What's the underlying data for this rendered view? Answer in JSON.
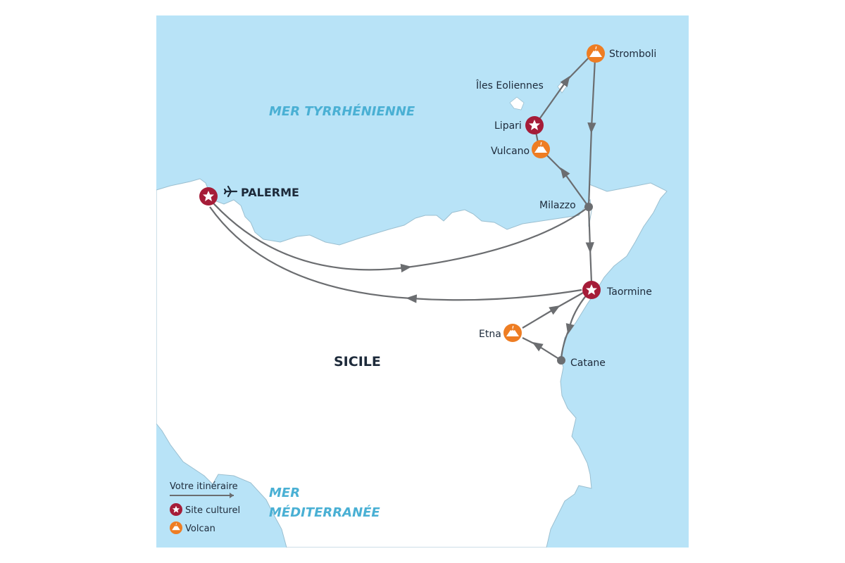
{
  "map": {
    "colors": {
      "sea": "#b8e3f7",
      "land": "#ffffff",
      "coast": "#9bbfd0",
      "route": "#6b6d70",
      "culture": "#a51c38",
      "volcano": "#ee7d23",
      "sea_label": "#4ab0d4",
      "text": "#1d2a3a"
    },
    "seas": {
      "tyrrhenian": "MER TYRRHÉNIENNE",
      "mediterranean_line1": "MER",
      "mediterranean_line2": "MÉDITERRANÉE"
    },
    "island_label": "SICILE",
    "archipelago_label": "Îles Eoliennes",
    "places": [
      {
        "name": "PALERME",
        "type": "culture",
        "airport": true,
        "icon": "airplane-icon"
      },
      {
        "name": "Stromboli",
        "type": "volcano"
      },
      {
        "name": "Lipari",
        "type": "culture"
      },
      {
        "name": "Vulcano",
        "type": "volcano"
      },
      {
        "name": "Milazzo",
        "type": "stop"
      },
      {
        "name": "Taormine",
        "type": "culture"
      },
      {
        "name": "Etna",
        "type": "volcano"
      },
      {
        "name": "Catane",
        "type": "stop"
      }
    ],
    "legend": {
      "route_label": "Votre itinéraire",
      "culture_label": "Site culturel",
      "volcano_label": "Volcan"
    }
  }
}
